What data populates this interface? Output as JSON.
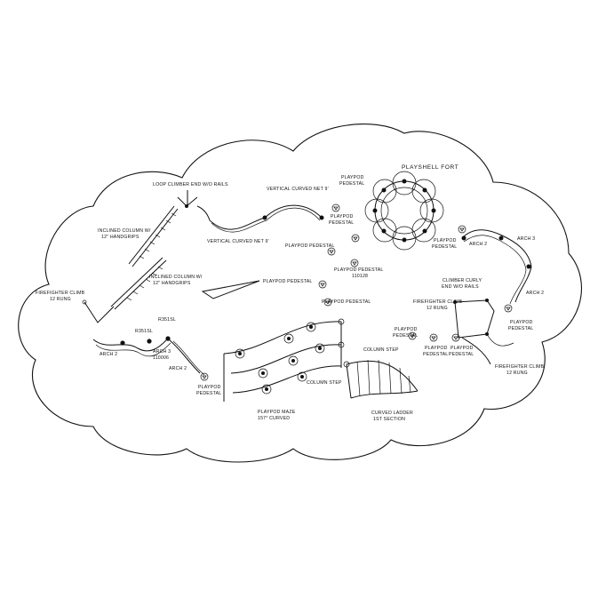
{
  "labels": {
    "playshell_fort": "PLAYSHELL FORT",
    "loop_climber": "LOOP CLIMBER END W/O RAILS",
    "vertical_net_top": "VERTICAL CURVED NET 9'",
    "vertical_net_bottom": "VERTICAL CURVED NET 9'",
    "playpod_ped_1a": "PLAYPOD",
    "playpod_ped_1b": "PEDESTAL",
    "playpod_ped_2a": "PLAYPOD",
    "playpod_ped_2b": "PEDESTAL",
    "playpod_ped_3": "PLAYPOD PEDESTAL",
    "playpod_ped_4": "PLAYPOD PEDESTAL",
    "playpod_ped_5": "PLAYPOD PEDESTAL",
    "playpod_ped_5_code": "110128",
    "playpod_ped_6": "PLAYPOD PEDESTAL",
    "inclined_col_1a": "INCLINED COLUMN W/",
    "inclined_col_1b": "12\" HANDGRIPS",
    "inclined_col_2a": "INCLINED COLUMN W/",
    "inclined_col_2b": "12\" HANDGRIPS",
    "firefighter_left_a": "FIREFIGHTER CLIMB",
    "firefighter_left_b": "12 RUNG",
    "r351_1": "R351SL",
    "r351_2": "R351SL",
    "arch2_left": "ARCH 2",
    "arch3_left_a": "ARCH 3",
    "arch3_left_b": "110006",
    "arch2_left_lower": "ARCH 2",
    "playpod_ped_left_a": "PLAYPOD",
    "playpod_ped_left_b": "PEDESTAL",
    "playpod_maze_a": "PLAYPOD MAZE",
    "playpod_maze_b": "157° CURVED",
    "column_step_1": "COLUMN STEP",
    "column_step_2": "COLUMN STEP",
    "curved_ladder_a": "CURVED LADDER",
    "curved_ladder_b": "1ST SECTION",
    "playpod_ped_mid_a": "PLAYPOD",
    "playpod_ped_mid_b": "PEDESTAL",
    "playpod_ped_r1a": "PLAYPOD",
    "playpod_ped_r1b": "PEDESTAL",
    "playpod_ped_r2a": "PLAYPOD",
    "playpod_ped_r2b": "PEDESTAL",
    "playpod_ped_right_a": "PLAYPOD",
    "playpod_ped_right_b": "PEDESTAL",
    "climber_curly_a": "CLIMBER CURLY",
    "climber_curly_b": "END W/O RAILS",
    "firefighter_mid_a": "FIREFIGHTER CLIMB",
    "firefighter_mid_b": "12 RUNG",
    "firefighter_right_a": "FIREFIGHTER CLIMB",
    "firefighter_right_b": "12 RUNG",
    "playpod_ped_fort_a": "PLAYPOD",
    "playpod_ped_fort_b": "PEDESTAL",
    "arch2_right": "ARCH 2",
    "arch3_right": "ARCH 3",
    "arch2_right_lower": "ARCH 2"
  }
}
